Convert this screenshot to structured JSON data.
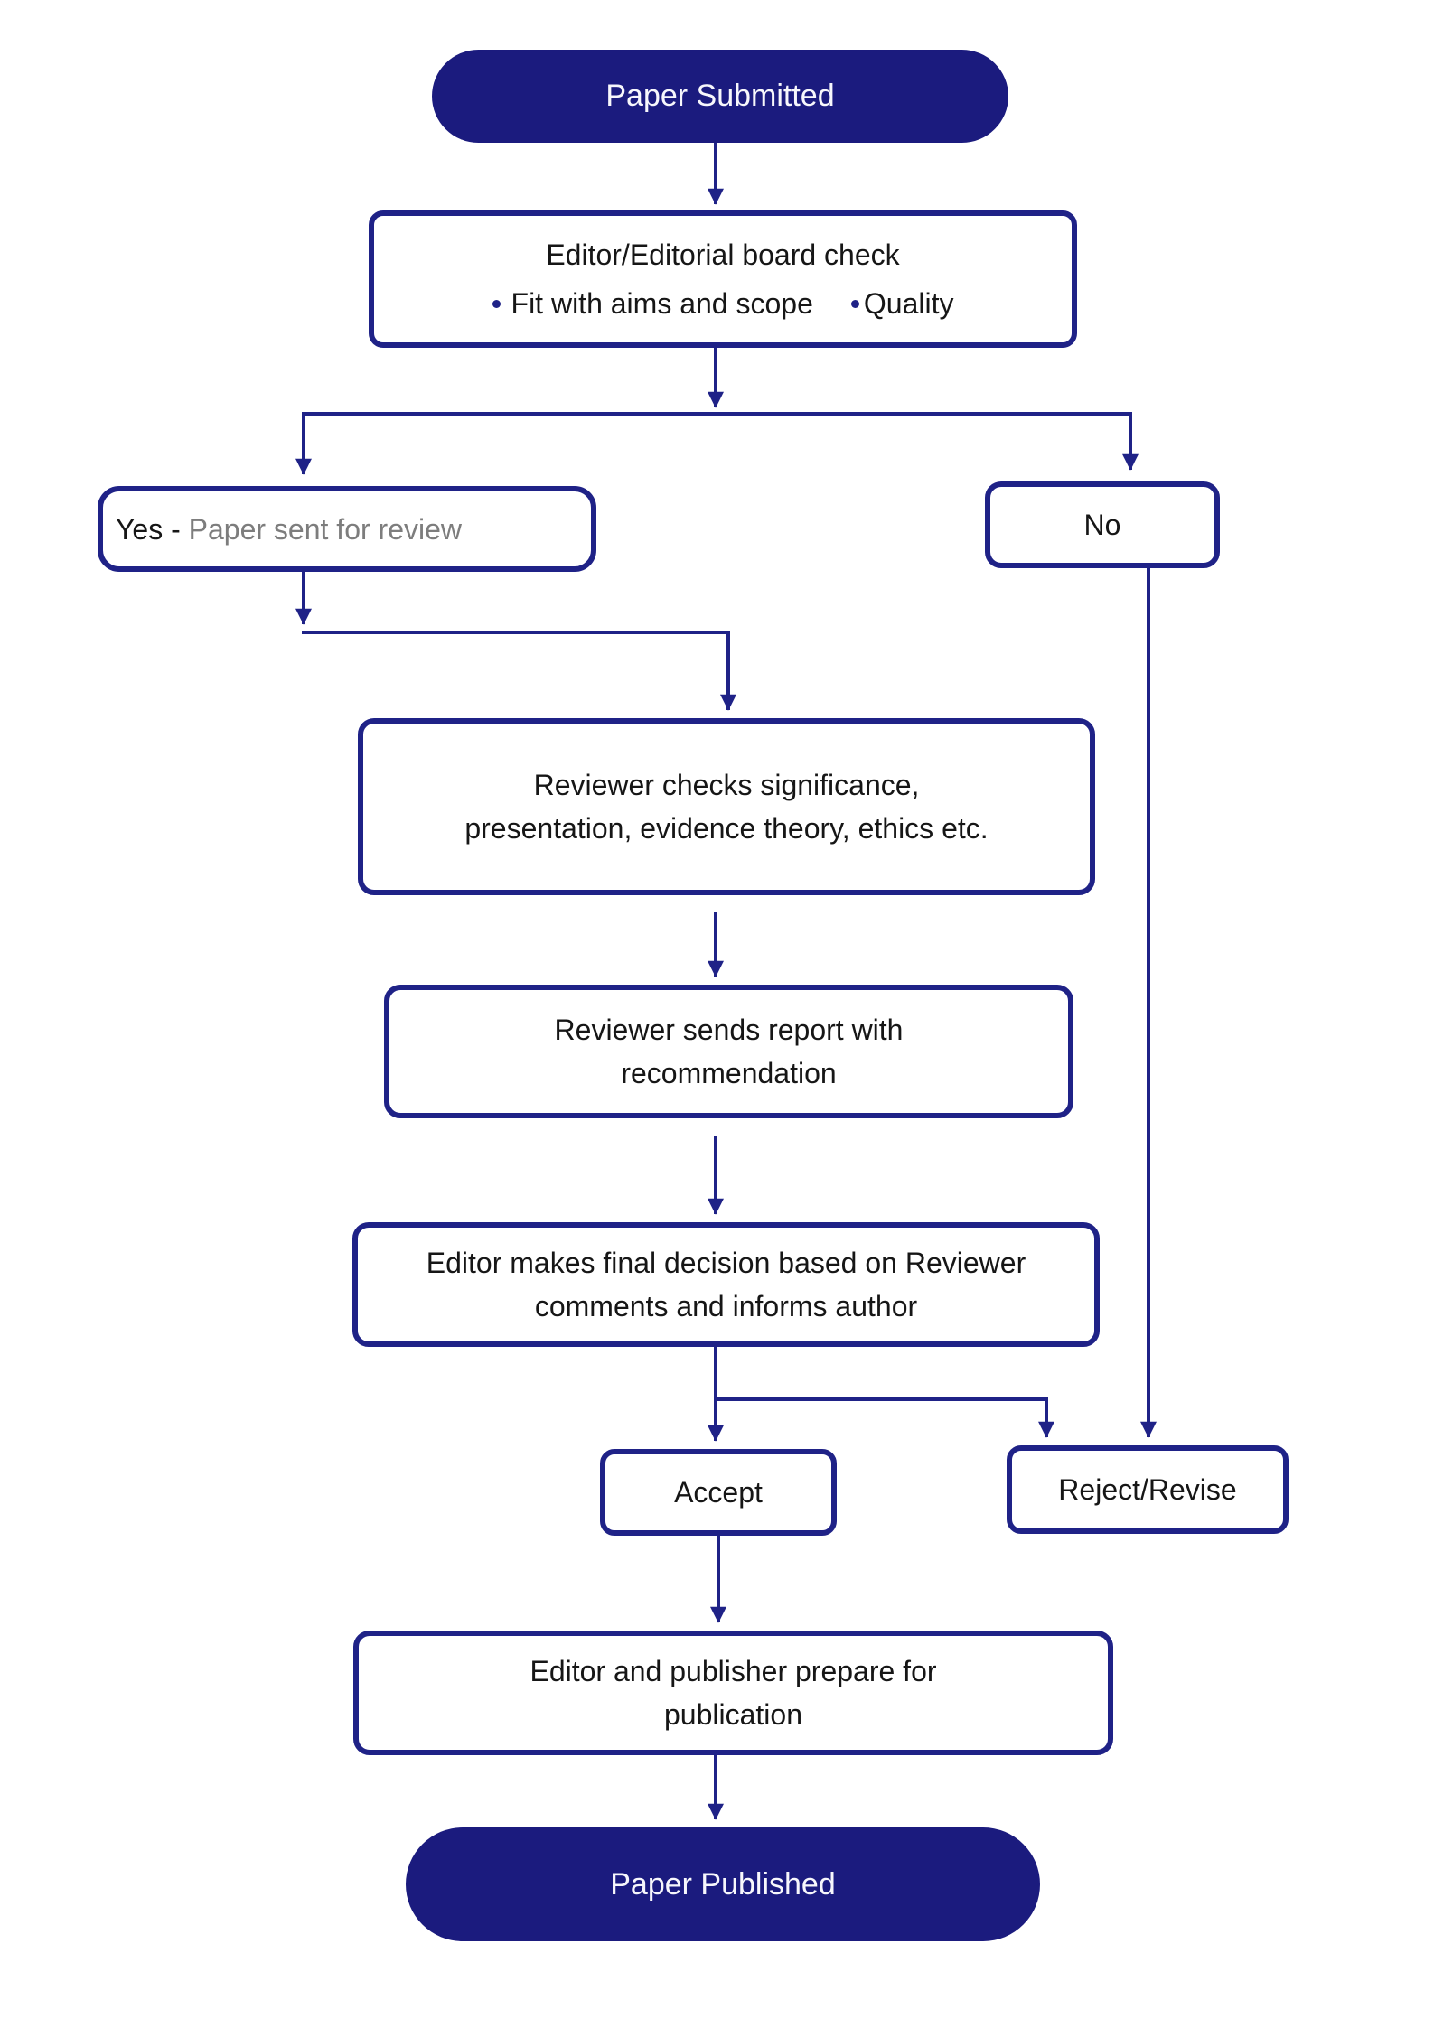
{
  "diagram": {
    "colors": {
      "navy_fill": "#1b1b7e",
      "navy_stroke": "#1f2287",
      "text_dark": "#161616",
      "text_gray": "#7d7d7d",
      "text_light": "#f7f7fc"
    },
    "nodes": {
      "start": {
        "label": "Paper Submitted"
      },
      "check": {
        "title": "Editor/Editorial board check",
        "bullets": [
          "Fit with aims and scope",
          "Quality"
        ]
      },
      "yes": {
        "prefix": "Yes - ",
        "label": "Paper sent for review"
      },
      "no": {
        "label": "No"
      },
      "review": {
        "label": "Reviewer checks significance, presentation, evidence theory, ethics etc."
      },
      "report": {
        "label": "Reviewer sends report with recommendation"
      },
      "decision": {
        "label": "Editor makes final decision based on Reviewer comments and informs author"
      },
      "accept": {
        "label": "Accept"
      },
      "reject": {
        "label": "Reject/Revise"
      },
      "prepare": {
        "label": "Editor and publisher prepare for publication"
      },
      "published": {
        "label": "Paper Published"
      }
    }
  }
}
